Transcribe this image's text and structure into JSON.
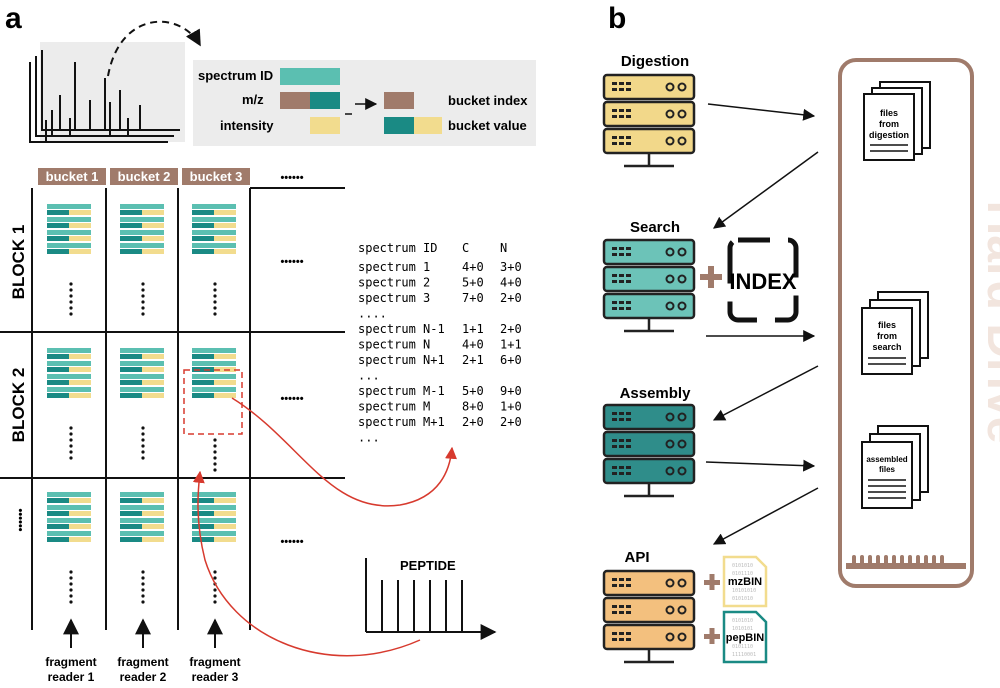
{
  "panel_a": {
    "label": "a",
    "legend": {
      "spectrum_id": "spectrum ID",
      "mz": "m/z",
      "intensity": "intensity",
      "bucket_index": "bucket index",
      "bucket_value": "bucket value"
    },
    "buckets": [
      "bucket 1",
      "bucket 2",
      "bucket 3"
    ],
    "bucket_more": "••••••",
    "blocks": [
      "BLOCK 1",
      "BLOCK 2",
      "••••••"
    ],
    "table": {
      "header": [
        "spectrum ID",
        "C",
        "N"
      ],
      "rows": [
        [
          "spectrum 1",
          "4+0",
          "3+0"
        ],
        [
          "spectrum 2",
          "5+0",
          "4+0"
        ],
        [
          "spectrum 3",
          "7+0",
          "2+0"
        ],
        [
          "....",
          "",
          ""
        ],
        [
          "spectrum N-1",
          "1+1",
          "2+0"
        ],
        [
          "spectrum N",
          "4+0",
          "1+1"
        ],
        [
          "spectrum N+1",
          "2+1",
          "6+0"
        ],
        [
          "...",
          "",
          ""
        ],
        [
          "spectrum M-1",
          "5+0",
          "9+0"
        ],
        [
          "spectrum M",
          "8+0",
          "1+0"
        ],
        [
          "spectrum M+1",
          "2+0",
          "2+0"
        ],
        [
          "...",
          "",
          ""
        ]
      ]
    },
    "readers": [
      [
        "fragment",
        "reader 1"
      ],
      [
        "fragment",
        "reader 2"
      ],
      [
        "fragment",
        "reader 3"
      ]
    ],
    "peptide": "PEPTIDE"
  },
  "panel_b": {
    "label": "b",
    "stages": [
      "Digestion",
      "Search",
      "Assembly",
      "API"
    ],
    "index_label": "INDEX",
    "files": [
      [
        "files",
        "from",
        "digestion"
      ],
      [
        "files",
        "from",
        "search"
      ],
      [
        "assembled",
        "files"
      ]
    ],
    "hard_drive": "Hard Drive",
    "bin_files": [
      {
        "name": "mzBIN",
        "bits": [
          "0101010",
          "0101110",
          "10101010",
          "0101010"
        ]
      },
      {
        "name": "pepBIN",
        "bits": [
          "0101010",
          "1010101",
          "0101110",
          "11110001"
        ]
      }
    ]
  },
  "colors": {
    "teal": "#5bbfb1",
    "dark_teal": "#1a8a84",
    "brown": "#a07b6b",
    "yellow": "#f2dc8e",
    "red": "#d73a2e",
    "digestion_server": "#f2d88a",
    "search_server": "#6cc3b8",
    "assembly_server": "#2f8d8a",
    "api_server": "#f3c07e"
  }
}
